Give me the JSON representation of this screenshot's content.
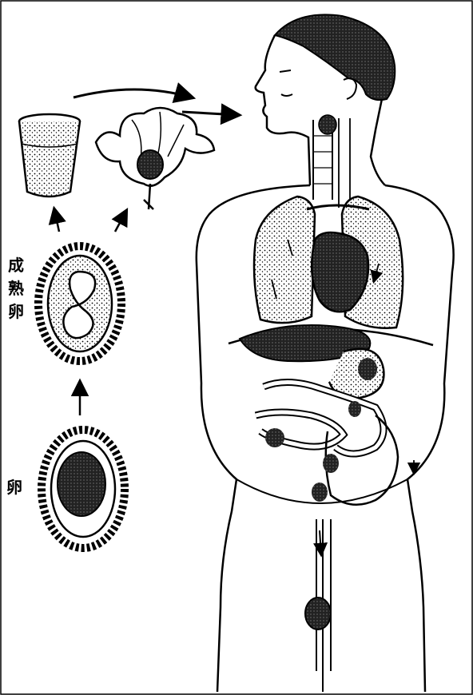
{
  "labels": {
    "mature_egg_line1": "成",
    "mature_egg_line2": "熟",
    "mature_egg_line3": "卵",
    "egg": "卵"
  },
  "colors": {
    "ink": "#000000",
    "paper": "#ffffff",
    "dark_fill": "#1a1a1a"
  }
}
